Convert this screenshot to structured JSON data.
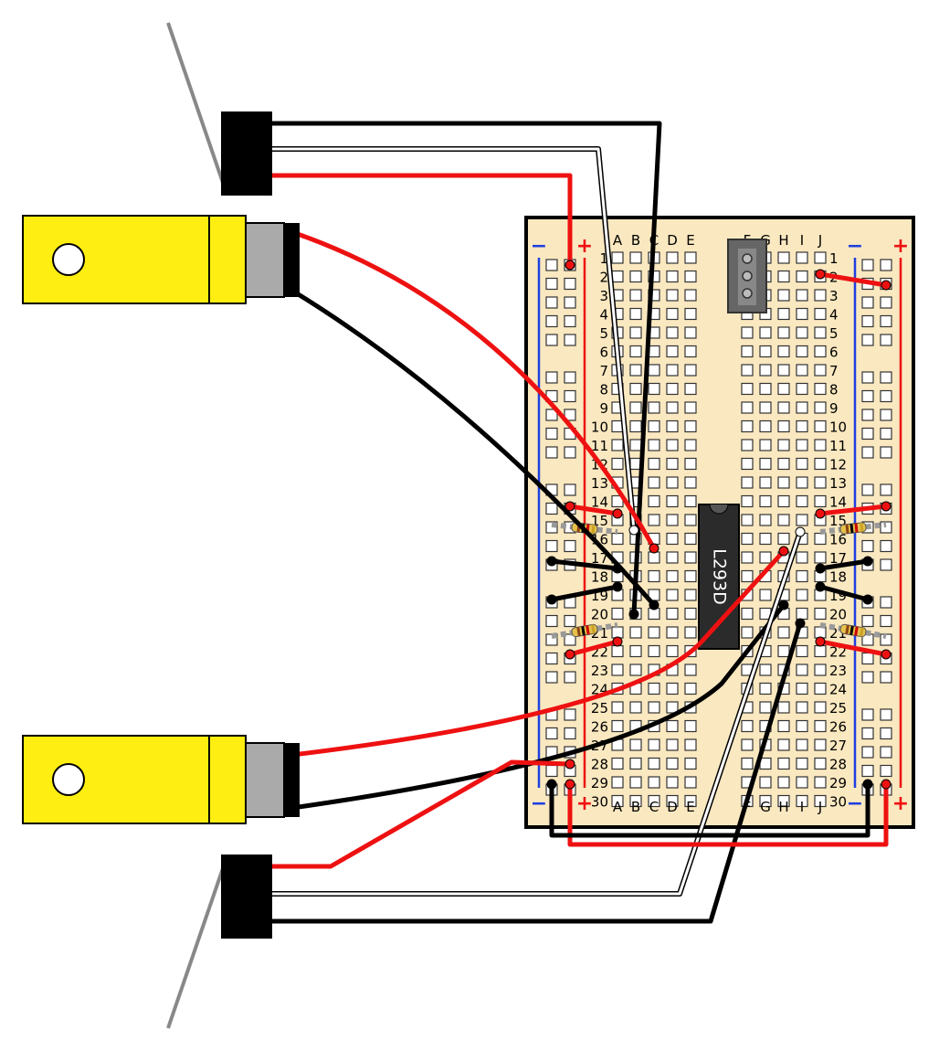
{
  "breadboard": {
    "columns_left": [
      "A",
      "B",
      "C",
      "D",
      "E"
    ],
    "columns_right": [
      "F",
      "G",
      "H",
      "I",
      "J"
    ],
    "rows": [
      "1",
      "2",
      "3",
      "4",
      "5",
      "6",
      "7",
      "8",
      "9",
      "10",
      "11",
      "12",
      "13",
      "14",
      "15",
      "16",
      "17",
      "18",
      "19",
      "20",
      "21",
      "22",
      "23",
      "24",
      "25",
      "26",
      "27",
      "28",
      "29",
      "30"
    ],
    "rail_minus": "−",
    "rail_plus": "+",
    "colors": {
      "board": "#fae8c0",
      "border": "#000000",
      "hole": "#ffffff",
      "rail_negative": "#1f3fe0",
      "rail_positive": "#ee1111"
    }
  },
  "ic": {
    "label": "L293D",
    "color": "#2b2b2b",
    "text_color": "#ffffff"
  },
  "motors": {
    "body_color": "#ffee11",
    "can_color": "#aaaaaa",
    "cap_color": "#000000"
  },
  "wires": {
    "red": "#ee1111",
    "black": "#000000",
    "white": "#ffffff",
    "grey": "#888888"
  },
  "resistor_color": "#e6c04a"
}
